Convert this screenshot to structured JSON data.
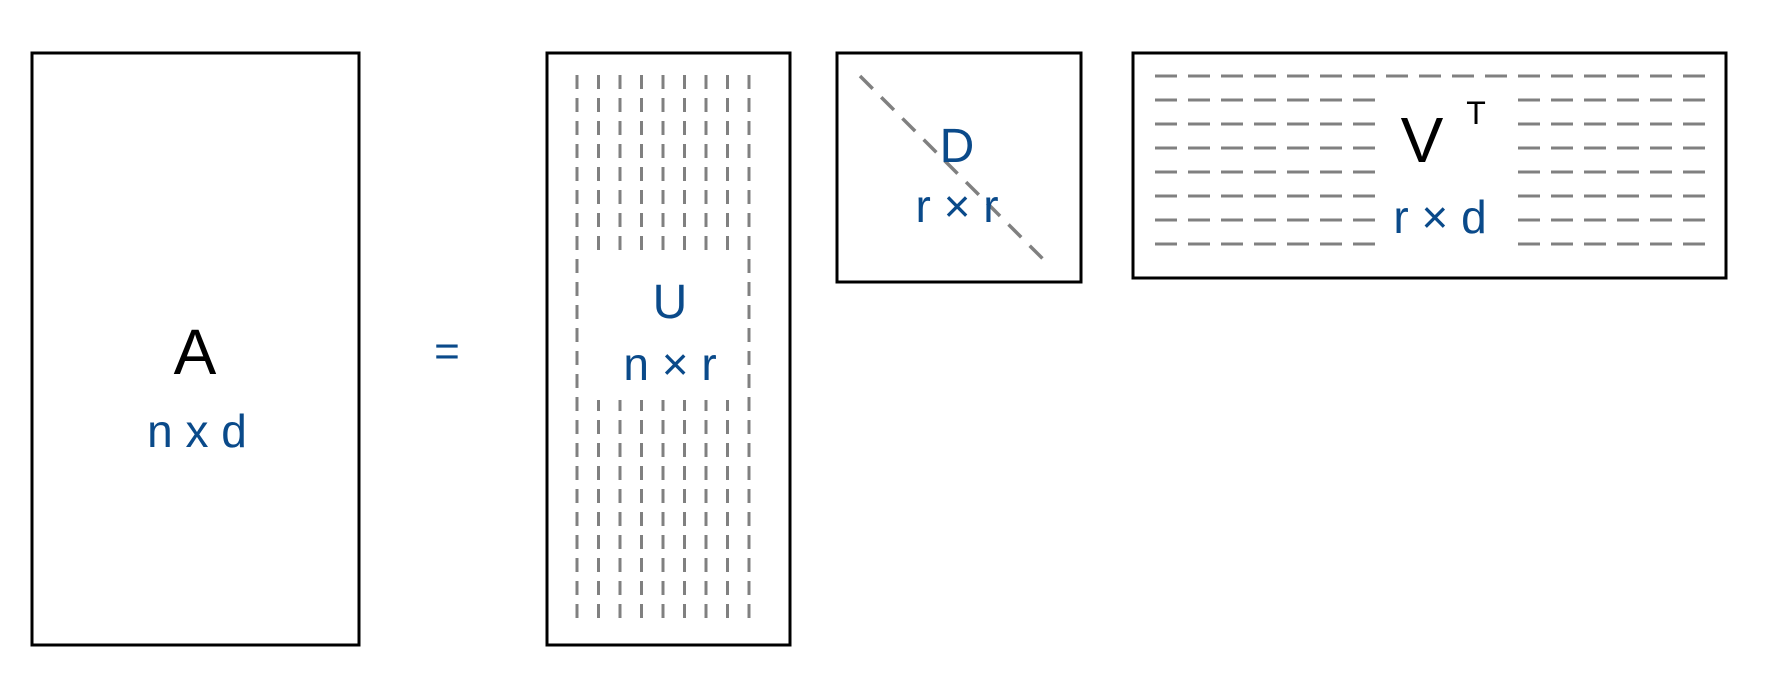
{
  "colors": {
    "border": "#000000",
    "dash": "#808080",
    "label_blue": "#0a4a8a",
    "label_black": "#000000",
    "background": "#ffffff"
  },
  "matrix_a": {
    "name": "A",
    "dims": "n x d"
  },
  "equals_sign": "=",
  "matrix_u": {
    "name": "U",
    "dims": "n × r",
    "pattern": "vertical-dashed-columns"
  },
  "matrix_d": {
    "name": "D",
    "dims": "r × r",
    "pattern": "dashed-diagonal"
  },
  "matrix_vt": {
    "name": "V",
    "superscript": "T",
    "dims": "r × d",
    "pattern": "horizontal-dashed-rows"
  }
}
